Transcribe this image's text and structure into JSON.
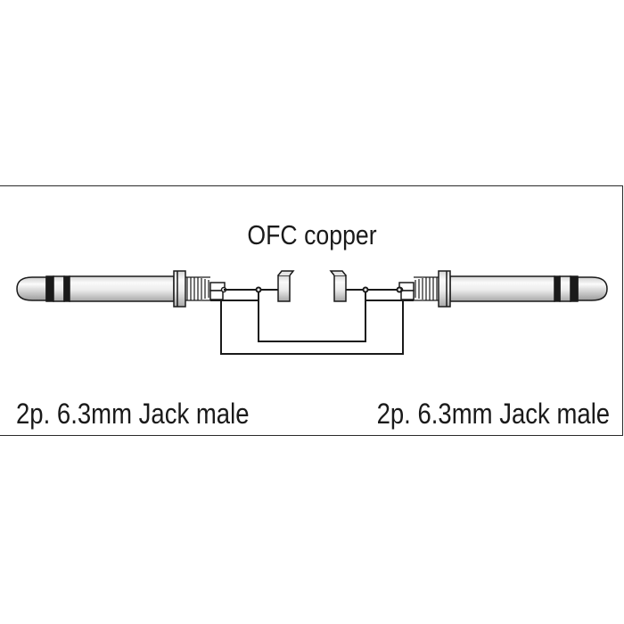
{
  "diagram": {
    "title": "OFC copper",
    "left_connector": {
      "label": "2p. 6.3mm Jack male"
    },
    "right_connector": {
      "label": "2p. 6.3mm Jack male"
    },
    "colors": {
      "line": "#1a1a1a",
      "shade": "#bdbdbd",
      "highlight": "#f4f4f4",
      "frame": "#2a2a2a"
    },
    "icons": [
      "jack-plug-left-icon",
      "jack-plug-right-icon",
      "cable-wire-icon"
    ]
  }
}
